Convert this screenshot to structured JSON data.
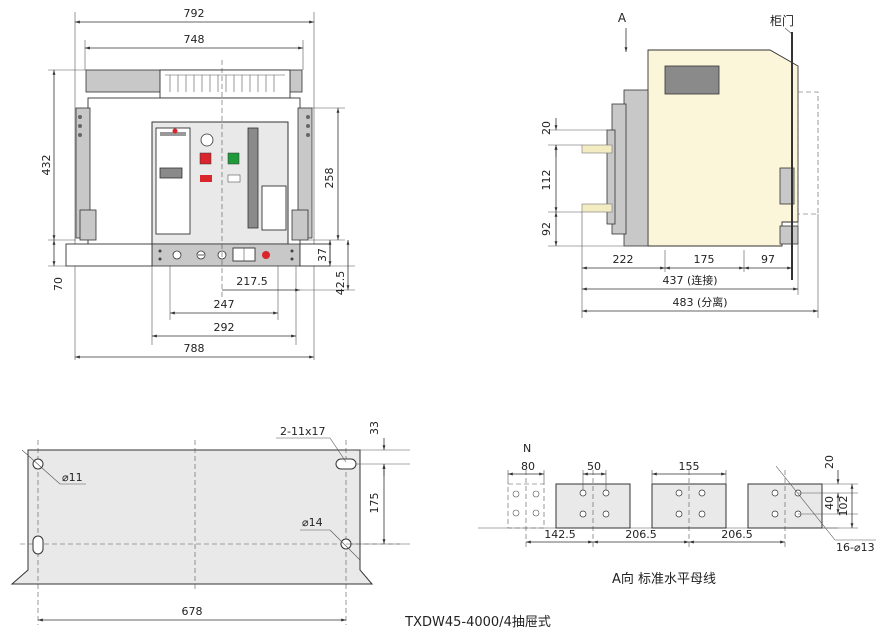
{
  "front_view": {
    "dims": {
      "w792": "792",
      "w748": "748",
      "h432": "432",
      "h70": "70",
      "h258": "258",
      "h37": "37",
      "h42_5": "42.5",
      "w217_5": "217.5",
      "w247": "247",
      "w292": "292",
      "w788": "788"
    }
  },
  "side_view": {
    "arrow_label": "A",
    "door_label": "柜门",
    "dims": {
      "h20": "20",
      "h112": "112",
      "h92": "92",
      "w222": "222",
      "w175": "175",
      "w97": "97",
      "w437": "437 (连接)",
      "w483": "483 (分离)"
    }
  },
  "base_plate": {
    "dims": {
      "hole_label": "2-11x17",
      "h33": "33",
      "h175": "175",
      "d11": "⌀11",
      "d14": "⌀14",
      "w678": "678"
    }
  },
  "busbar": {
    "pole_label": "N",
    "caption": "A向 标准水平母线",
    "dims": {
      "w80": "80",
      "w50": "50",
      "w155": "155",
      "h20": "20",
      "h40": "40",
      "h102": "102",
      "s142_5": "142.5",
      "s206_5a": "206.5",
      "s206_5b": "206.5",
      "holes": "16-⌀13"
    }
  },
  "model_caption": "TXDW45-4000/4抽屉式",
  "colors": {
    "line": "#333333",
    "body_fill": "#e9e9e9",
    "cream": "#fbf6d9",
    "red_button": "#d9262c",
    "green_button": "#1f9a3b"
  }
}
